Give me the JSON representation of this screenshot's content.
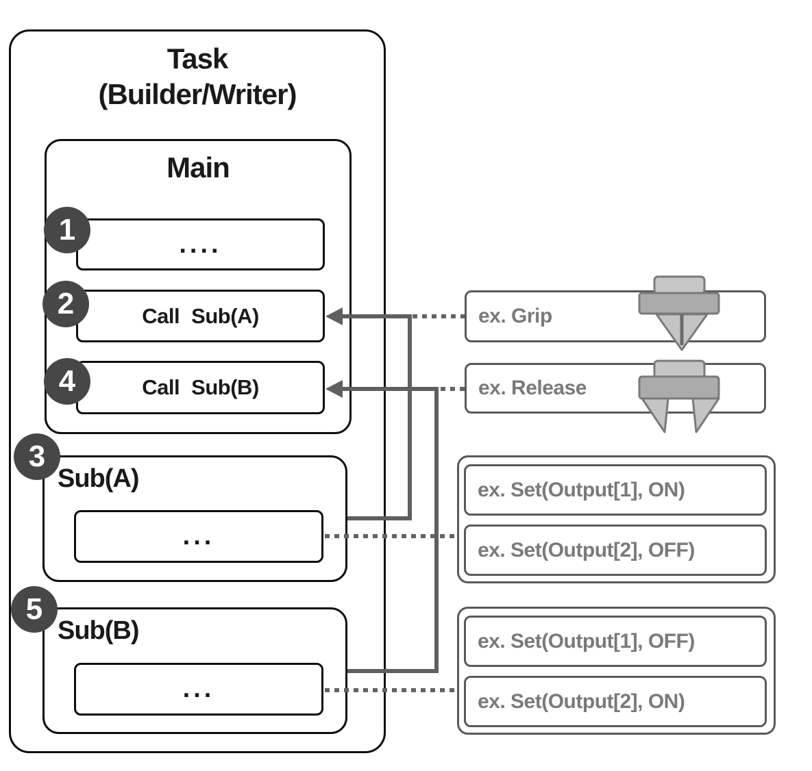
{
  "task": {
    "title_line1": "Task",
    "title_line2": "(Builder/Writer)"
  },
  "main": {
    "title": "Main",
    "rows": [
      {
        "num": "1",
        "label": "...."
      },
      {
        "num": "2",
        "label": "Call Sub(A)"
      },
      {
        "num": "4",
        "label": "Call Sub(B)"
      }
    ]
  },
  "subA": {
    "num": "3",
    "title": "Sub(A)",
    "body": "..."
  },
  "subB": {
    "num": "5",
    "title": "Sub(B)",
    "body": "..."
  },
  "examples": {
    "grip": "ex. Grip",
    "release": "ex. Release",
    "subA": [
      "ex. Set(Output[1], ON)",
      "ex. Set(Output[2], OFF)"
    ],
    "subB": [
      "ex. Set(Output[1], OFF)",
      "ex. Set(Output[2], ON)"
    ]
  },
  "icons": {
    "grip": "gripper-closed-icon",
    "release": "gripper-open-icon"
  },
  "colors": {
    "box_border": "#0d0d0d",
    "circle_fill": "#474747",
    "connector_gray": "#5f5f5f",
    "example_border": "#595959",
    "example_text": "#7a7a7a",
    "gripper_light": "#c6c6c6",
    "gripper_mid": "#ababab",
    "gripper_border": "#7a7a7a"
  }
}
